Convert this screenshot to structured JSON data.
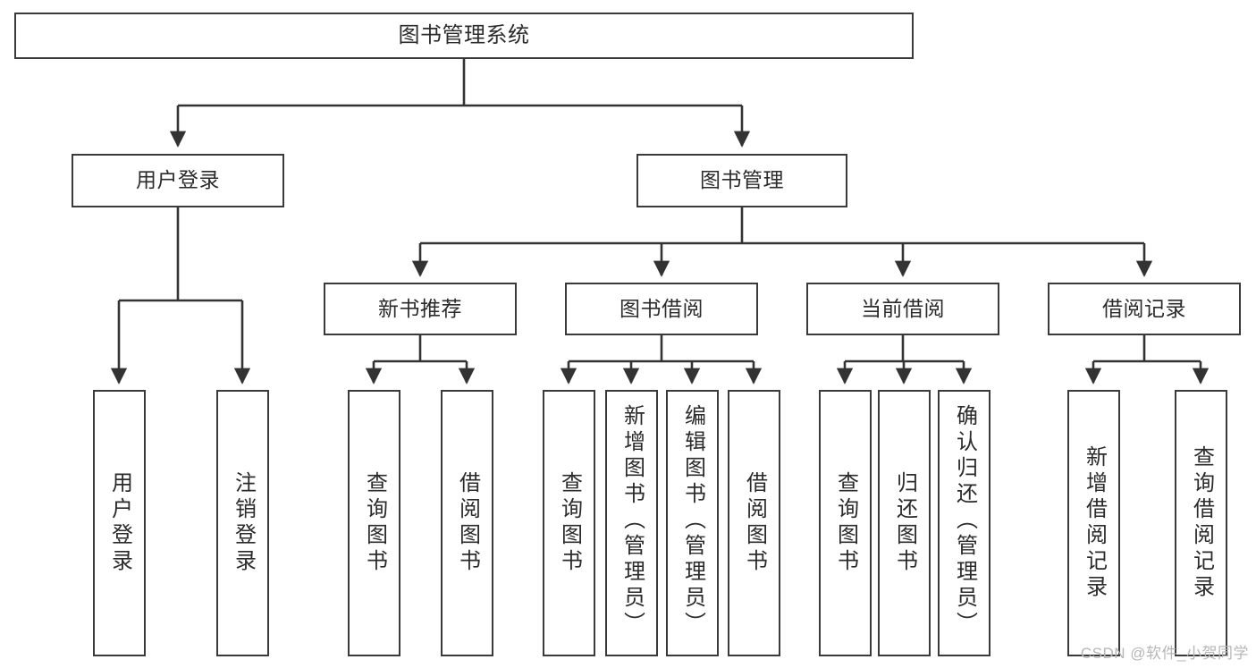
{
  "diagram": {
    "type": "tree-hierarchy",
    "title": "图书管理系统",
    "orientation": "top-down",
    "colors": {
      "box_border": "#3a3a3a",
      "box_fill": "#ffffff",
      "connector": "#333333",
      "text": "#2b2b2b",
      "watermark": "#b7b7b7"
    },
    "root": {
      "label": "图书管理系统"
    },
    "level2": [
      {
        "label": "用户登录"
      },
      {
        "label": "图书管理"
      }
    ],
    "level3": [
      {
        "label": "新书推荐"
      },
      {
        "label": "图书借阅"
      },
      {
        "label": "当前借阅"
      },
      {
        "label": "借阅记录"
      }
    ],
    "leaves": {
      "user_login": [
        {
          "label": "用户登录"
        },
        {
          "label": "注销登录"
        }
      ],
      "new_book_rec": [
        {
          "label": "查询图书"
        },
        {
          "label": "借阅图书"
        }
      ],
      "book_borrow": [
        {
          "label": "查询图书"
        },
        {
          "label": "新增图书（管理员）"
        },
        {
          "label": "编辑图书（管理员）"
        },
        {
          "label": "借阅图书"
        }
      ],
      "current_borrow": [
        {
          "label": "查询图书"
        },
        {
          "label": "归还图书"
        },
        {
          "label": "确认归还（管理员）"
        }
      ],
      "borrow_record": [
        {
          "label": "新增借阅记录"
        },
        {
          "label": "查询借阅记录"
        }
      ]
    }
  },
  "watermark": {
    "text": "CSDN @软件_小贺同学"
  }
}
